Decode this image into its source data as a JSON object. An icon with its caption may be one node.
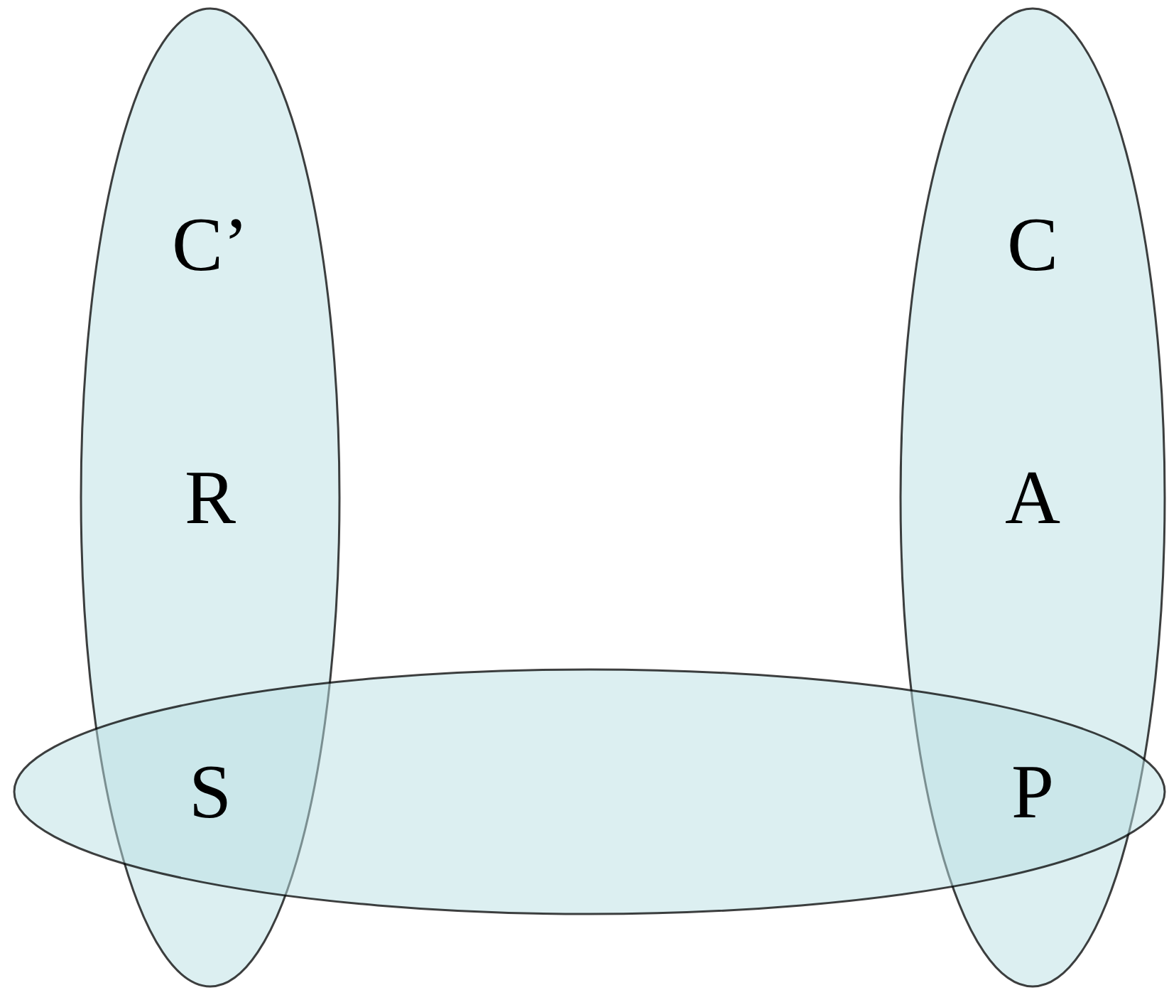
{
  "diagram": {
    "nodes": [
      {
        "text": [
          "C’",
          "R",
          "S"
        ]
      },
      {
        "text": [
          "C",
          "A",
          "P"
        ]
      },
      {
        "text": [],
        "shape": "ellipse"
      }
    ]
  }
}
